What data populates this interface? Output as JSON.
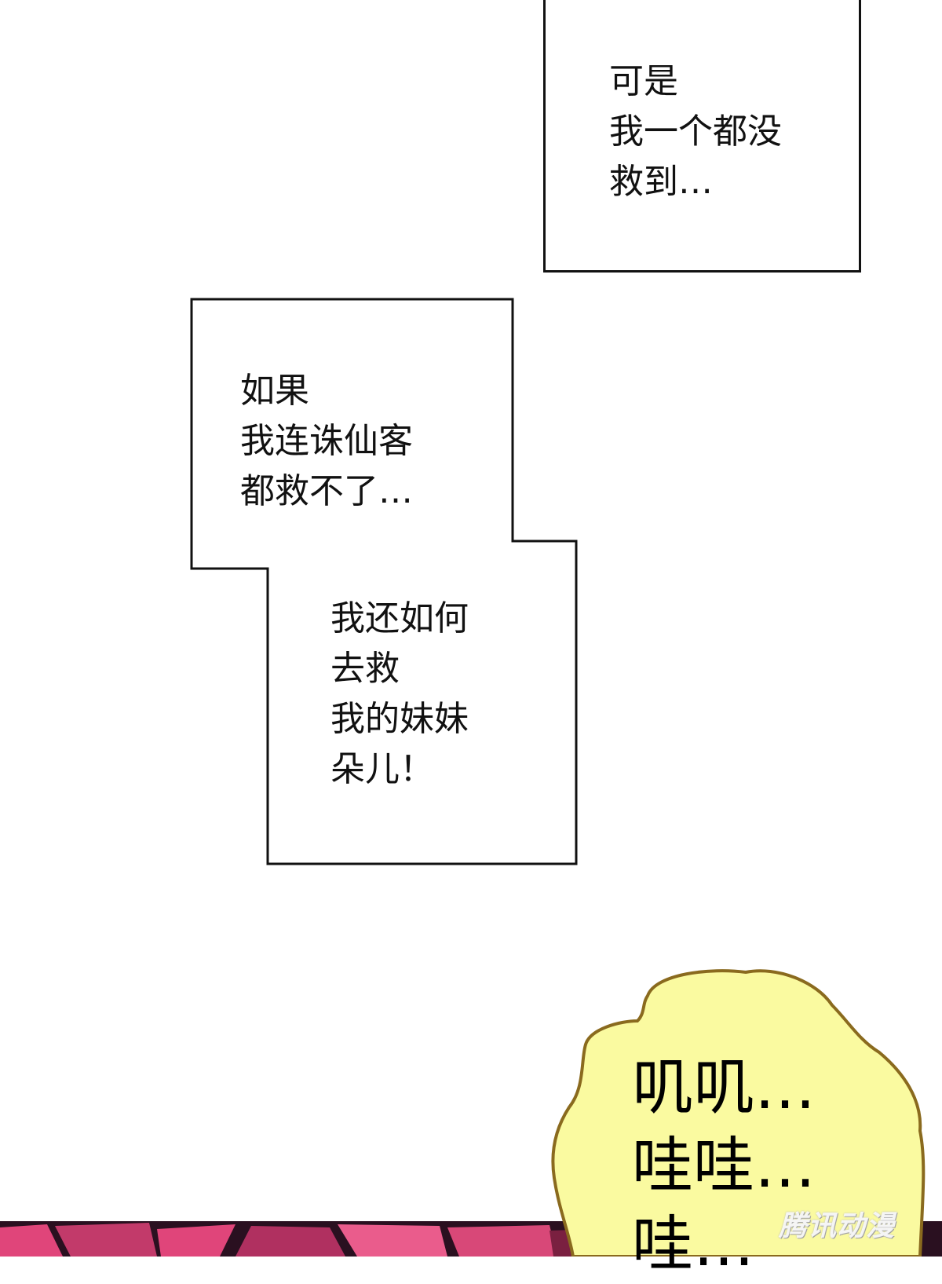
{
  "captions": {
    "top": {
      "lines": [
        "可是",
        "我一个都没",
        "救到…"
      ]
    },
    "middle_upper": {
      "lines": [
        "如果",
        "我连诛仙客",
        "都救不了…"
      ]
    },
    "middle_lower": {
      "lines": [
        "我还如何",
        "去救",
        "我的妹妹",
        "朵儿！"
      ]
    }
  },
  "speech_bubble": {
    "lines": [
      "叽叽…",
      "哇哇…",
      "哇…"
    ],
    "fill_color": "#fafaa0",
    "outline_color": "#8a6a1e"
  },
  "watermark": {
    "text": "腾讯动漫"
  },
  "colors": {
    "panel_background": "#ffffff",
    "border": "#111111",
    "bottom_strip_primary": "#e0457a",
    "bottom_strip_dark": "#2a1020"
  }
}
